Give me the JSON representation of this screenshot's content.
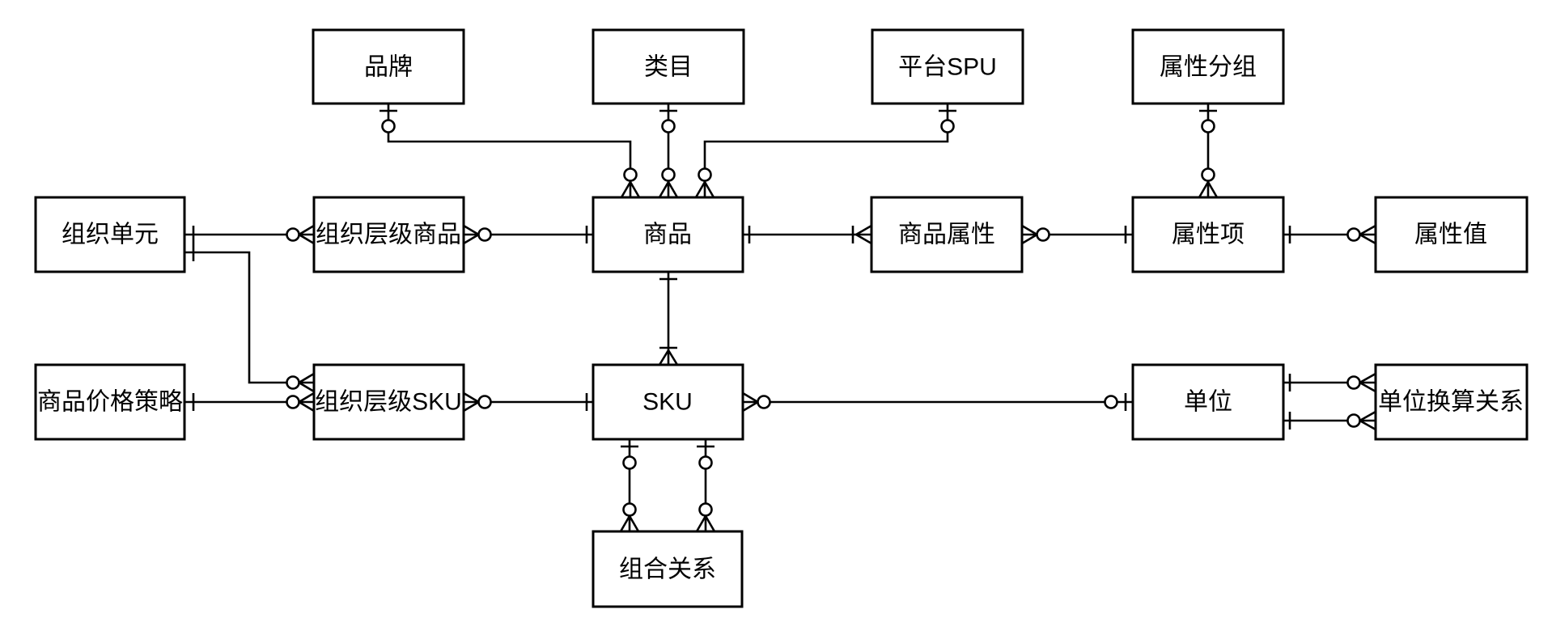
{
  "diagram": {
    "type": "entity-relationship",
    "notation": "crows-foot",
    "background_color": "#ffffff",
    "stroke_color": "#000000",
    "entities": [
      {
        "id": "brand",
        "label": "品牌"
      },
      {
        "id": "category",
        "label": "类目"
      },
      {
        "id": "platform-spu",
        "label": "平台SPU"
      },
      {
        "id": "attribute-group",
        "label": "属性分组"
      },
      {
        "id": "org-unit",
        "label": "组织单元"
      },
      {
        "id": "org-level-product",
        "label": "组织层级商品"
      },
      {
        "id": "product",
        "label": "商品"
      },
      {
        "id": "product-attribute",
        "label": "商品属性"
      },
      {
        "id": "attribute-item",
        "label": "属性项"
      },
      {
        "id": "attribute-value",
        "label": "属性值"
      },
      {
        "id": "product-price-strategy",
        "label": "商品价格策略"
      },
      {
        "id": "org-level-sku",
        "label": "组织层级SKU"
      },
      {
        "id": "sku",
        "label": "SKU"
      },
      {
        "id": "unit",
        "label": "单位"
      },
      {
        "id": "unit-conversion",
        "label": "单位换算关系"
      },
      {
        "id": "combination",
        "label": "组合关系"
      }
    ],
    "relationships": [
      {
        "from": "品牌",
        "to": "商品",
        "from_end": "zero-or-one",
        "to_end": "zero-or-many"
      },
      {
        "from": "类目",
        "to": "商品",
        "from_end": "zero-or-one",
        "to_end": "zero-or-many"
      },
      {
        "from": "平台SPU",
        "to": "商品",
        "from_end": "zero-or-one",
        "to_end": "zero-or-many"
      },
      {
        "from": "属性分组",
        "to": "属性项",
        "from_end": "zero-or-one",
        "to_end": "zero-or-many"
      },
      {
        "from": "组织单元",
        "to": "组织层级商品",
        "from_end": "one",
        "to_end": "zero-or-many"
      },
      {
        "from": "组织单元",
        "to": "组织层级SKU",
        "from_end": "one",
        "to_end": "zero-or-many"
      },
      {
        "from": "商品价格策略",
        "to": "组织层级SKU",
        "from_end": "one",
        "to_end": "zero-or-many"
      },
      {
        "from": "组织层级商品",
        "to": "商品",
        "from_end": "zero-or-many",
        "to_end": "one"
      },
      {
        "from": "商品",
        "to": "商品属性",
        "from_end": "one",
        "to_end": "one-or-many"
      },
      {
        "from": "商品属性",
        "to": "属性项",
        "from_end": "zero-or-many",
        "to_end": "one"
      },
      {
        "from": "属性项",
        "to": "属性值",
        "from_end": "one",
        "to_end": "zero-or-many"
      },
      {
        "from": "商品",
        "to": "SKU",
        "from_end": "one",
        "to_end": "one-or-many"
      },
      {
        "from": "组织层级SKU",
        "to": "SKU",
        "from_end": "zero-or-many",
        "to_end": "one"
      },
      {
        "from": "SKU",
        "to": "单位",
        "from_end": "zero-or-many",
        "to_end": "zero-or-one"
      },
      {
        "from": "单位",
        "to": "单位换算关系",
        "from_end": "one",
        "to_end": "zero-or-many"
      },
      {
        "from": "单位",
        "to": "单位换算关系",
        "from_end": "one",
        "to_end": "zero-or-many"
      },
      {
        "from": "SKU",
        "to": "组合关系",
        "from_end": "zero-or-one",
        "to_end": "zero-or-many"
      },
      {
        "from": "SKU",
        "to": "组合关系",
        "from_end": "zero-or-one",
        "to_end": "zero-or-many"
      }
    ]
  }
}
